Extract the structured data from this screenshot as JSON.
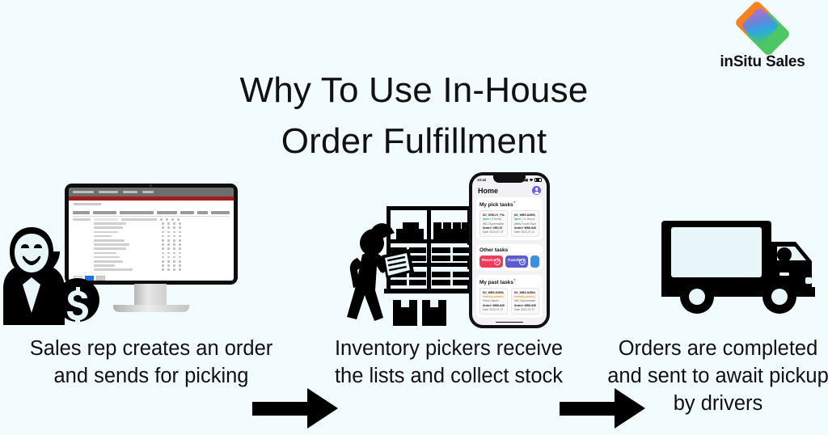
{
  "brand": {
    "logo_text": "inSitu Sales",
    "logo_icon": "two-overlapping-rotated-squares",
    "colors": {
      "orange": "#f58220",
      "green": "#4cc764",
      "blue": "#2aa7e8",
      "purple": "#b86fd6"
    }
  },
  "title": {
    "line1": "Why To Use In-House",
    "line2": "Order Fulfillment"
  },
  "background_color": "#f2fbfd",
  "steps": [
    {
      "index": 1,
      "visual": "desktop-monitor-with-order-table",
      "caption": "Sales rep creates an order and sends for picking"
    },
    {
      "index": 2,
      "visual": "warehouse-picker-with-clipboard-and-shelving-and-phone",
      "caption": "Inventory pickers receive the lists and collect stock"
    },
    {
      "index": 3,
      "visual": "delivery-truck-with-driver",
      "caption": "Orders are completed and sent to await pickup by drivers"
    }
  ],
  "arrows": [
    {
      "name": "arrow-step1-to-step2",
      "direction": "right"
    },
    {
      "name": "arrow-step2-to-step3",
      "direction": "right"
    }
  ],
  "monitor_app": {
    "accent_bar_color": "#a11c1c",
    "nav_color": "#6e6e6e",
    "table_columns": 7,
    "table_rows": 13,
    "pagination_active_color": "#1a73e8"
  },
  "phone_app": {
    "status_time": "10:42",
    "screen_title": "Home",
    "avatar": "user-avatar",
    "sections": [
      {
        "title": "My pick tasks",
        "badge": "?",
        "cards": [
          {
            "id": "SO_ORD-07_PUA_0",
            "status": "Open",
            "qty": "( 8 items)",
            "customer": "ABC Supermarket",
            "order": "Order#: ORD-07",
            "date": "Date: 2023-07-17"
          },
          {
            "id": "SO_WBS-84593_PUA",
            "status": "Open",
            "qty": "( 11 items)",
            "customer": "Valley Foods Supermarket",
            "order": "Order#: WBS-84593",
            "date": "Date: 2023-07-11"
          }
        ]
      },
      {
        "title": "Other tasks",
        "tiles": [
          {
            "label": "Receive inventory",
            "color": "#f43b5c"
          },
          {
            "label": "Transfer inventory",
            "color": "#5b5bd6"
          },
          {
            "label": "",
            "color": "#3f8fe0"
          }
        ]
      },
      {
        "title": "My past tasks",
        "badge": "?",
        "cards": [
          {
            "id": "SO_WBS-84593_PUA_1",
            "status": "Partially picked",
            "qty": "( 5 items)",
            "customer": "Prime Liquors",
            "order": "Order#: WBS-84593",
            "date": "Date: 2023-07-17"
          },
          {
            "id": "SO_WBS-84594_PUA",
            "status": "Partially picked",
            "qty": "( 3 items)",
            "customer": "ABC Supermarket",
            "order": "Order#: WBS-84594",
            "date": "Date: 2023-07-17"
          }
        ]
      }
    ]
  }
}
